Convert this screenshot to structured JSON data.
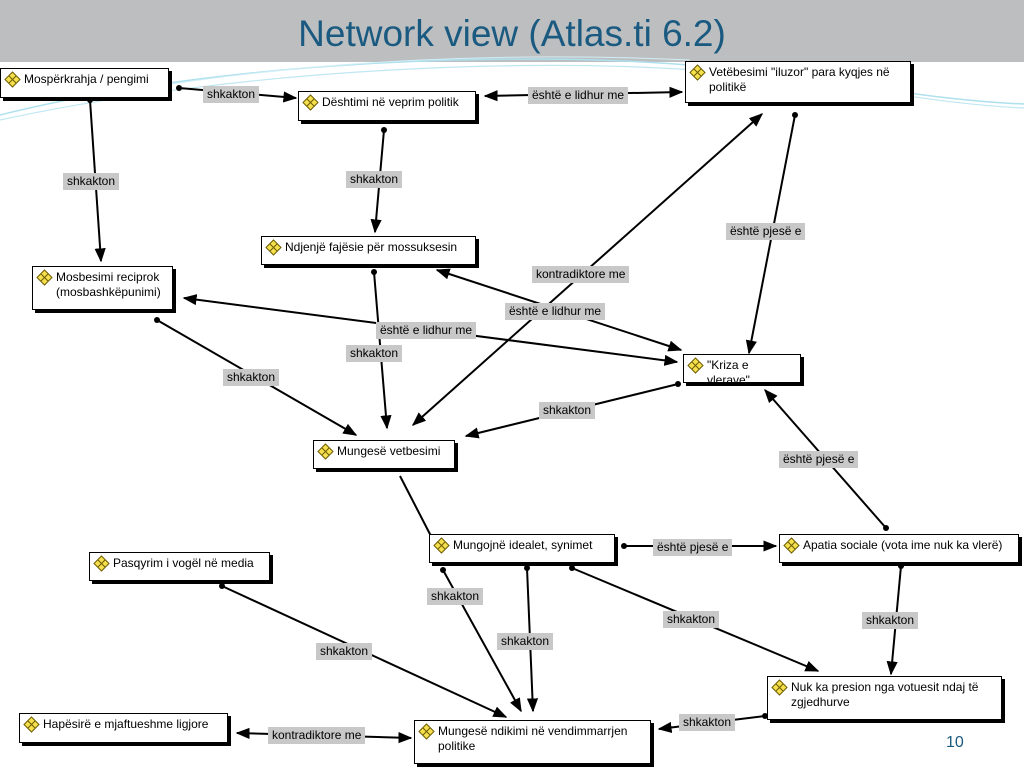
{
  "title": "Network view (Atlas.ti 6.2)",
  "page_number": "10",
  "nodes": {
    "mosperkrahja": "Mospërkrahja / pengimi",
    "deshtimi": "Dështimi në veprim politik",
    "vetebesimi_iluzor": "Vetëbesimi \"iluzor\" para kyqjes në politikë",
    "ndjenje_fajesie": "Ndjenjë fajësie për mossuksesin",
    "mosbesimi_reciprok": "Mosbesimi reciprok (mosbashkëpunimi)",
    "kriza_vlerave": "\"Kriza e vlerave\"",
    "mungese_vetbesimi": "Mungesë vetbesimi",
    "mungojne_idealet": "Mungojnë idealet, synimet",
    "apatia_sociale": "Apatia sociale (vota ime nuk ka vlerë)",
    "pasqyrim": "Pasqyrim i vogël në media",
    "nuk_ka_presion": "Nuk ka presion nga votuesit ndaj të zgjedhurve",
    "hapesire": "Hapësirë e mjaftueshme ligjore",
    "mungese_ndikimi": "Mungesë ndikimi në vendimmarrjen politike"
  },
  "edge_labels": {
    "e1": "shkakton",
    "e2": "është e lidhur me",
    "e3": "shkakton",
    "e4": "shkakton",
    "e5": "është pjesë e",
    "e6": "kontradiktore me",
    "e7": "është e lidhur me",
    "e8": "është e lidhur me",
    "e9": "shkakton",
    "e10": "shkakton",
    "e11": "shkakton",
    "e12": "është pjesë e",
    "e13": "është pjesë e",
    "e14": "shkakton",
    "e15": "shkakton",
    "e16": "shkakton",
    "e17": "shkakton",
    "e18": "shkakton",
    "e19": "kontradiktore me"
  },
  "colors": {
    "title_bar": "#bcbec0",
    "title_text": "#1b5a80",
    "edge_label_bg": "#c8c8c8",
    "node_icon": "#f4e04d"
  }
}
